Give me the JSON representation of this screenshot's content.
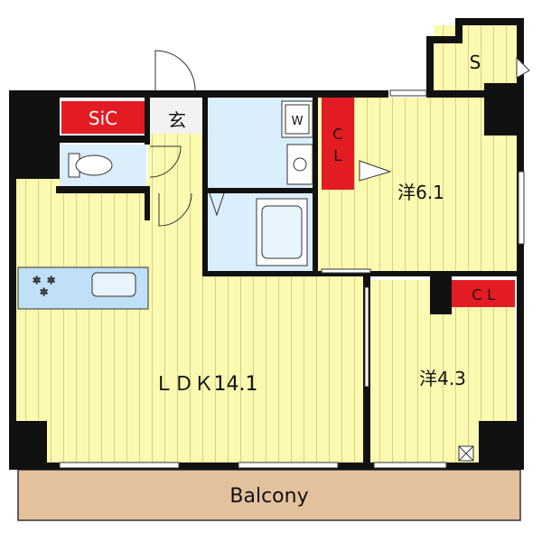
{
  "rooms": {
    "ldk": "ＬＤＫ14.1",
    "western1": "洋6.1",
    "western2": "洋4.3",
    "storage": "S",
    "entrance": "玄",
    "sic": "SiC",
    "cl1": "ＣＬ",
    "cl2": "ＣＬ",
    "balcony": "Balcony",
    "washer": "W"
  },
  "colors": {
    "floor": "#fcfab0",
    "floor_stripe": "#d8d48a",
    "wet_area": "#dbeefb",
    "wall": "#111111",
    "closet": "#e31b23",
    "balcony": "#e4c19d",
    "kitchen": "#bfe0f6"
  }
}
